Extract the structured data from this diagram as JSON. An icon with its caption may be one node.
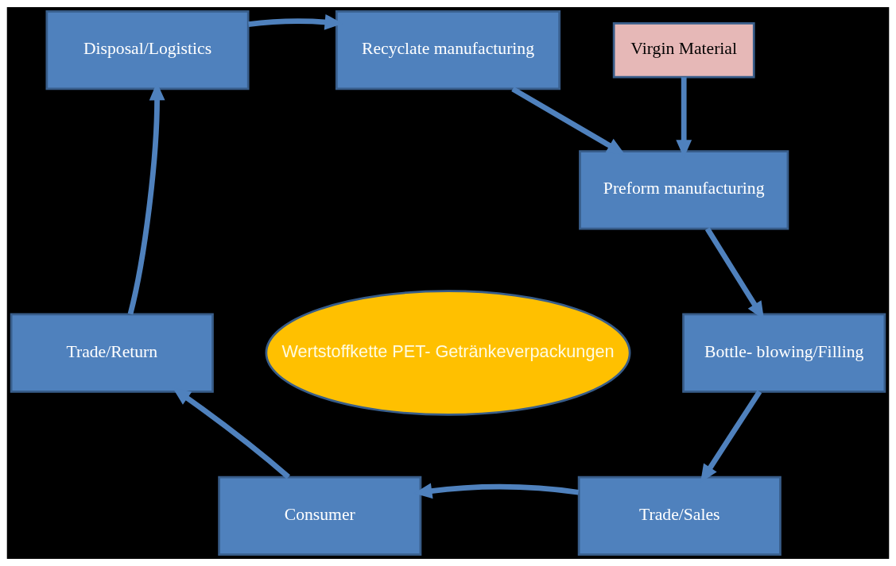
{
  "diagram": {
    "nodes": [
      {
        "text": [
          "Recyclate manufacturing"
        ]
      },
      {
        "text": [
          "Virgin Material"
        ]
      },
      {
        "text": [
          "Preform manufacturing"
        ]
      },
      {
        "text": [
          "Bottle- blowing/Filling"
        ]
      },
      {
        "text": [
          "Trade/Sales"
        ]
      },
      {
        "text": [
          "Consumer"
        ]
      },
      {
        "text": [
          "Trade/Return"
        ]
      },
      {
        "text": [
          "Disposal/Logistics"
        ]
      },
      {
        "text": [
          "Wertstoffkette PET- Getränkeverpackungen"
        ]
      }
    ],
    "edges": [
      {
        "from": 0,
        "to": 2,
        "arrow": "to"
      },
      {
        "from": 1,
        "to": 2,
        "arrow": "to"
      },
      {
        "from": 2,
        "to": 3,
        "arrow": "to"
      },
      {
        "from": 3,
        "to": 4,
        "arrow": "to"
      },
      {
        "from": 4,
        "to": 5,
        "arrow": "to"
      },
      {
        "from": 5,
        "to": 6,
        "arrow": "to"
      },
      {
        "from": 6,
        "to": 7,
        "arrow": "to"
      },
      {
        "from": 7,
        "to": 0,
        "arrow": "to"
      }
    ]
  }
}
